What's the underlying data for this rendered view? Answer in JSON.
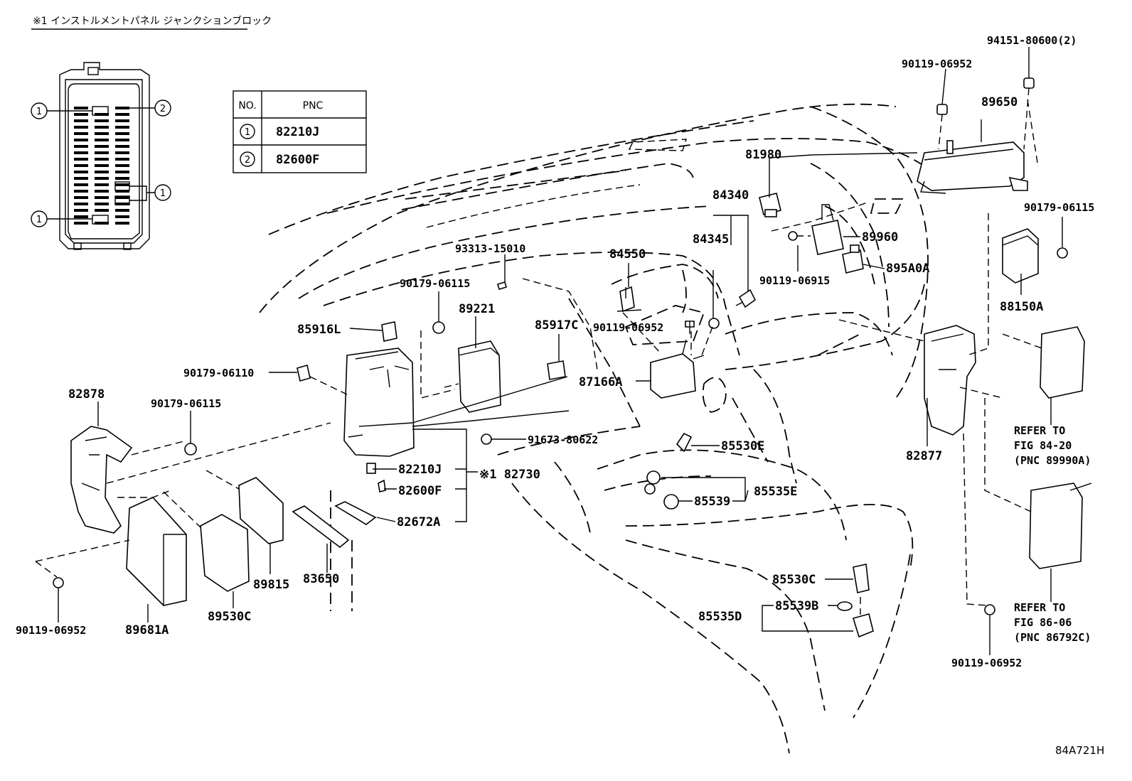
{
  "header_note": "※1 インストルメントパネル ジャンクションブロック",
  "table": {
    "col_no": "NO.",
    "col_pnc": "PNC",
    "rows": [
      {
        "no": "1",
        "pnc": "82210J"
      },
      {
        "no": "2",
        "pnc": "82600F"
      }
    ]
  },
  "junction_markers": [
    "1",
    "2",
    "1",
    "1"
  ],
  "labels": {
    "p94151": "94151-80600(2)",
    "p90119_a": "90119-06952",
    "p89650": "89650",
    "p81980": "81980",
    "p84340": "84340",
    "p84345": "84345",
    "p89960": "89960",
    "p895a0a": "895A0A",
    "p90119_06915": "90119-06915",
    "p90179_r": "90179-06115",
    "p88150a": "88150A",
    "p93313": "93313-15010",
    "p84550": "84550",
    "p90179_a": "90179-06115",
    "p89221": "89221",
    "p85917c": "85917C",
    "p90119_b": "90119-06952",
    "p85916l": "85916L",
    "p90179_06110": "90179-06110",
    "p87166a": "87166A",
    "p82878": "82878",
    "p90179_b": "90179-06115",
    "p91673": "91673-80622",
    "p85530e": "85530E",
    "p82210j": "82210J",
    "p82600f": "82600F",
    "p82730": "※1 82730",
    "p85535e": "85535E",
    "p85539": "85539",
    "p82672a": "82672A",
    "p82877": "82877",
    "p89815": "89815",
    "p83650": "83650",
    "p89530c": "89530C",
    "p89681a": "89681A",
    "p90119_c": "90119-06952",
    "p85530c": "85530C",
    "p85539b": "85539B",
    "p85535d": "85535D",
    "p90119_d": "90119-06952"
  },
  "refer_1": {
    "line1": "REFER TO",
    "line2": "FIG 84-20",
    "line3": "(PNC 89990A)"
  },
  "refer_2": {
    "line1": "REFER TO",
    "line2": "FIG 86-06",
    "line3": "(PNC 86792C)"
  },
  "figure_code": "84A721H"
}
